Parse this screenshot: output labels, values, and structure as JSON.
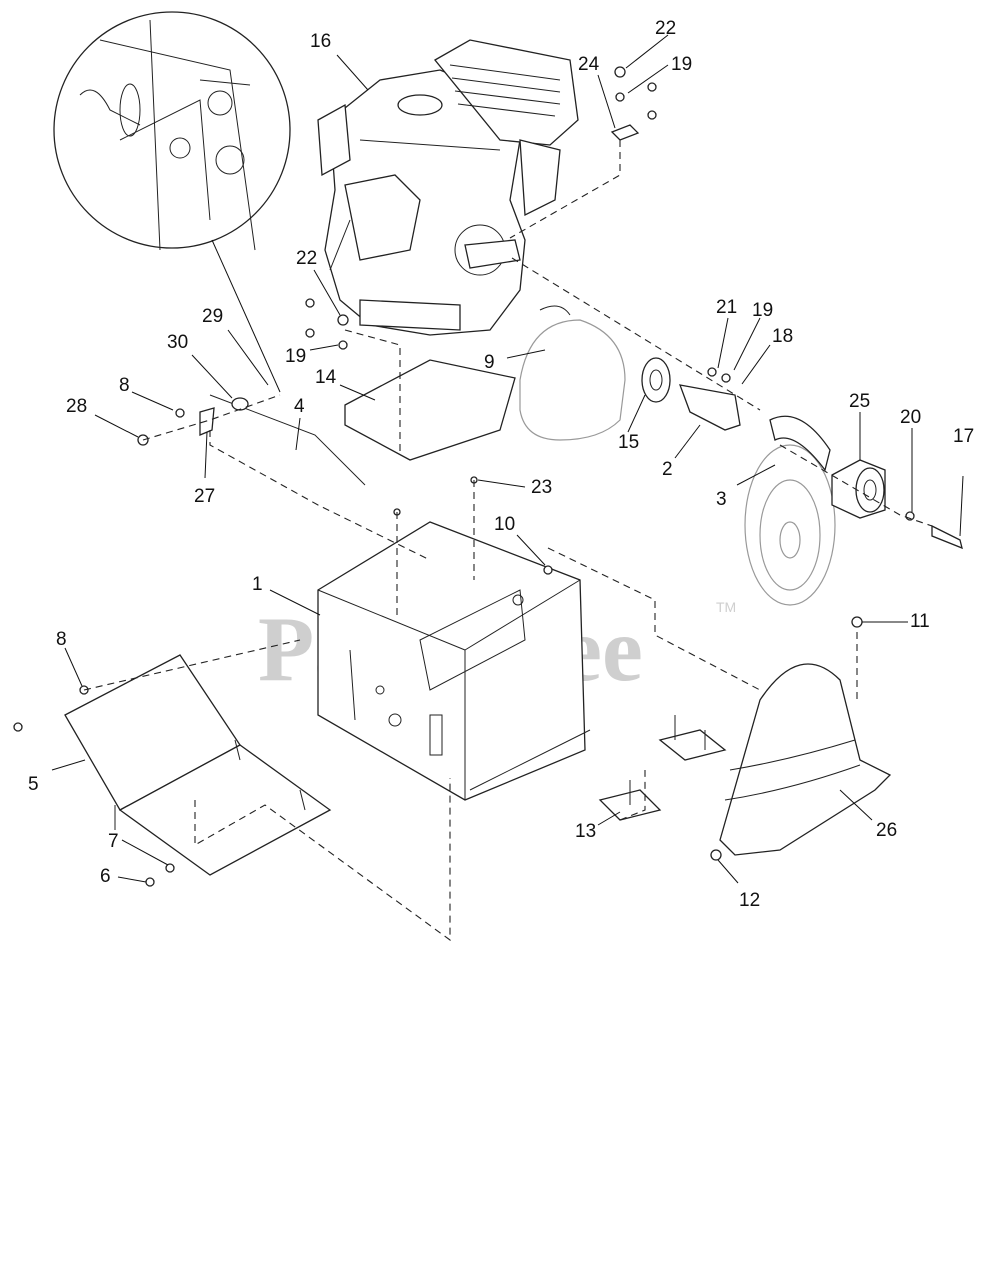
{
  "watermark": {
    "text": "PartsTree",
    "trademark": "TM"
  },
  "callouts": [
    {
      "id": "callout-1",
      "text": "1"
    },
    {
      "id": "callout-2",
      "text": "2"
    },
    {
      "id": "callout-3",
      "text": "3"
    },
    {
      "id": "callout-4",
      "text": "4"
    },
    {
      "id": "callout-5",
      "text": "5"
    },
    {
      "id": "callout-6",
      "text": "6"
    },
    {
      "id": "callout-7",
      "text": "7"
    },
    {
      "id": "callout-8a",
      "text": "8"
    },
    {
      "id": "callout-8b",
      "text": "8"
    },
    {
      "id": "callout-9",
      "text": "9"
    },
    {
      "id": "callout-10",
      "text": "10"
    },
    {
      "id": "callout-11",
      "text": "11"
    },
    {
      "id": "callout-12",
      "text": "12"
    },
    {
      "id": "callout-13",
      "text": "13"
    },
    {
      "id": "callout-14",
      "text": "14"
    },
    {
      "id": "callout-15",
      "text": "15"
    },
    {
      "id": "callout-16",
      "text": "16"
    },
    {
      "id": "callout-17",
      "text": "17"
    },
    {
      "id": "callout-18",
      "text": "18"
    },
    {
      "id": "callout-19a",
      "text": "19"
    },
    {
      "id": "callout-19b",
      "text": "19"
    },
    {
      "id": "callout-19c",
      "text": "19"
    },
    {
      "id": "callout-20",
      "text": "20"
    },
    {
      "id": "callout-21",
      "text": "21"
    },
    {
      "id": "callout-22a",
      "text": "22"
    },
    {
      "id": "callout-22b",
      "text": "22"
    },
    {
      "id": "callout-23",
      "text": "23"
    },
    {
      "id": "callout-24",
      "text": "24"
    },
    {
      "id": "callout-25",
      "text": "25"
    },
    {
      "id": "callout-26",
      "text": "26"
    },
    {
      "id": "callout-27",
      "text": "27"
    },
    {
      "id": "callout-28",
      "text": "28"
    },
    {
      "id": "callout-29",
      "text": "29"
    },
    {
      "id": "callout-30",
      "text": "30"
    }
  ]
}
